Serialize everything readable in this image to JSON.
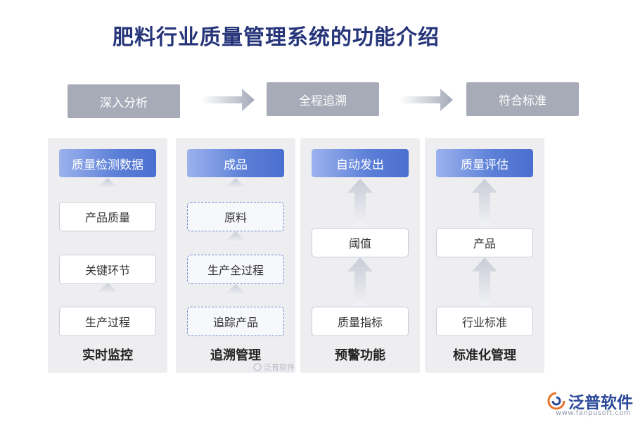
{
  "title": "肥料行业质量管理系统的功能介绍",
  "flow": [
    "深入分析",
    "全程追溯",
    "符合标准"
  ],
  "columns": [
    {
      "label": "实时监控",
      "head": "质量检测数据",
      "items": [
        "产品质量",
        "关键环节",
        "生产过程"
      ]
    },
    {
      "label": "追溯管理",
      "head": "成品",
      "items": [
        "原料",
        "生产全过程",
        "追踪产品"
      ]
    },
    {
      "label": "预警功能",
      "head": "自动发出",
      "items": [
        "阈值",
        "质量指标"
      ]
    },
    {
      "label": "标准化管理",
      "head": "质量评估",
      "items": [
        "产品",
        "行业标准"
      ]
    }
  ],
  "watermark": "泛普软件",
  "brand": {
    "name": "泛普软件",
    "url": "www.fanpusoft.com"
  }
}
